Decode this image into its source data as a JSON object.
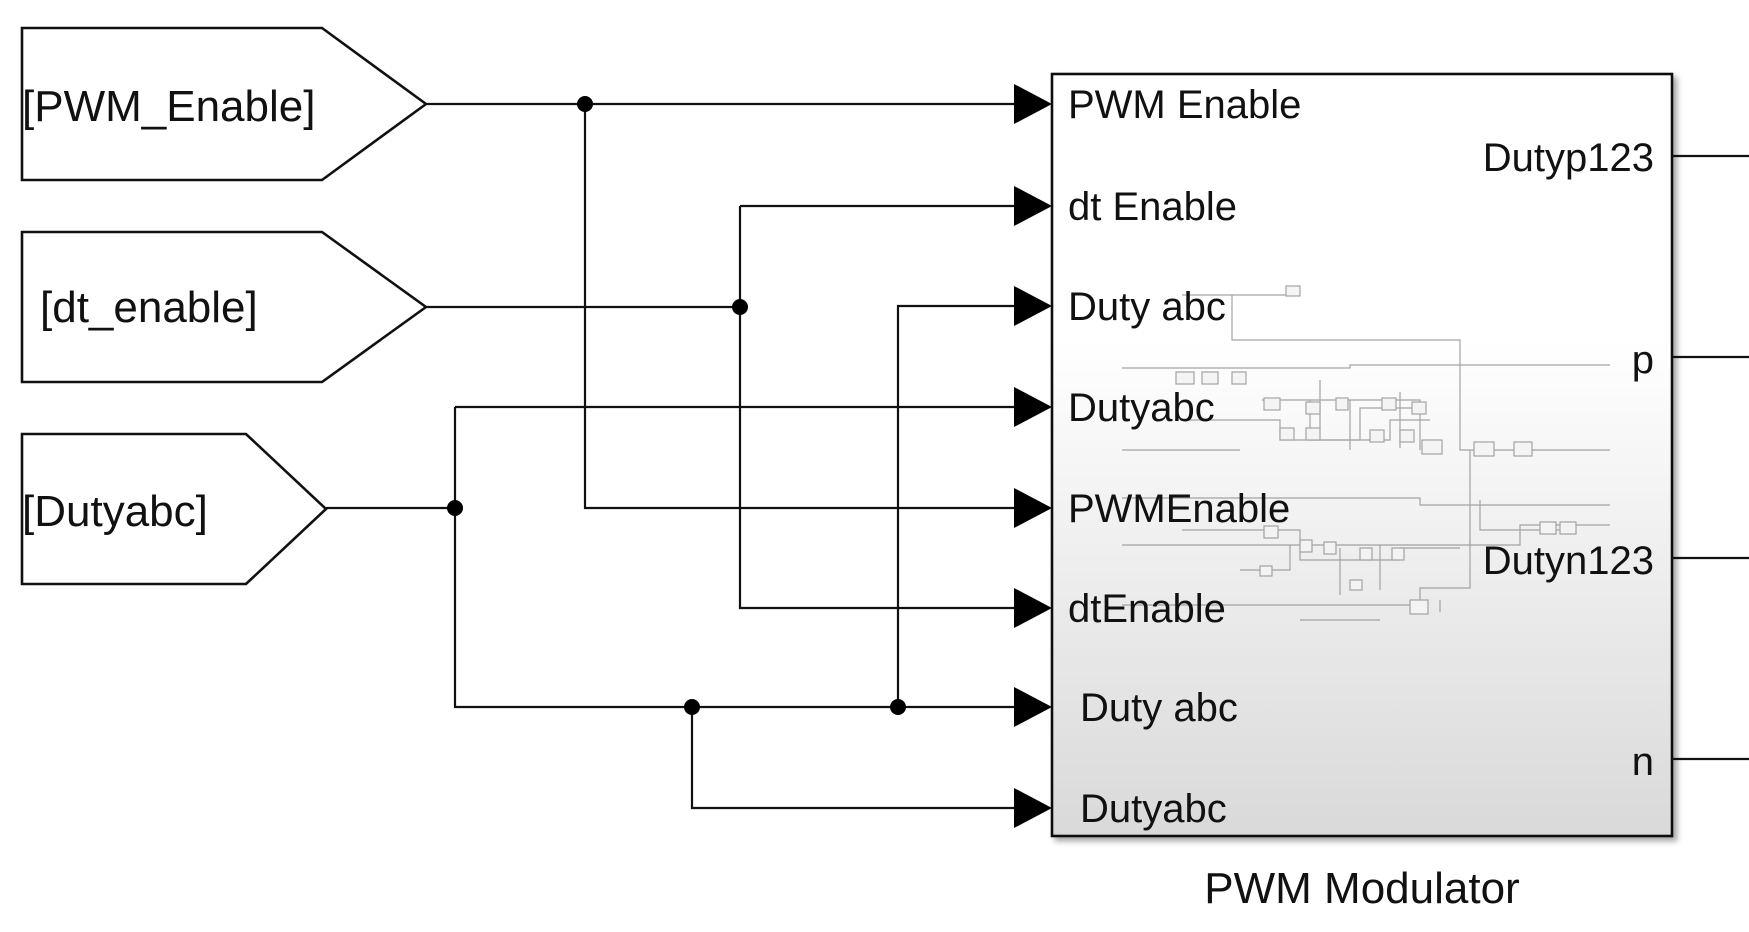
{
  "from_blocks": [
    {
      "label": "[PWM_Enable]"
    },
    {
      "label": "[dt_enable]"
    },
    {
      "label": "[Dutyabc]"
    }
  ],
  "subsystem": {
    "title": "PWM Modulator",
    "inputs": [
      "PWM Enable",
      "dt Enable",
      "Duty abc",
      "Dutyabc",
      "PWMEnable",
      "dtEnable",
      "Duty abc",
      "Dutyabc"
    ],
    "outputs": [
      "Dutyp123",
      "p",
      "Dutyn123",
      "n"
    ],
    "gradient": {
      "top": "#ffffff",
      "bottom": "#d9d9d9"
    }
  },
  "colors": {
    "line": "#111111",
    "background": "#ffffff",
    "inner_preview": "#9a9a9a"
  }
}
